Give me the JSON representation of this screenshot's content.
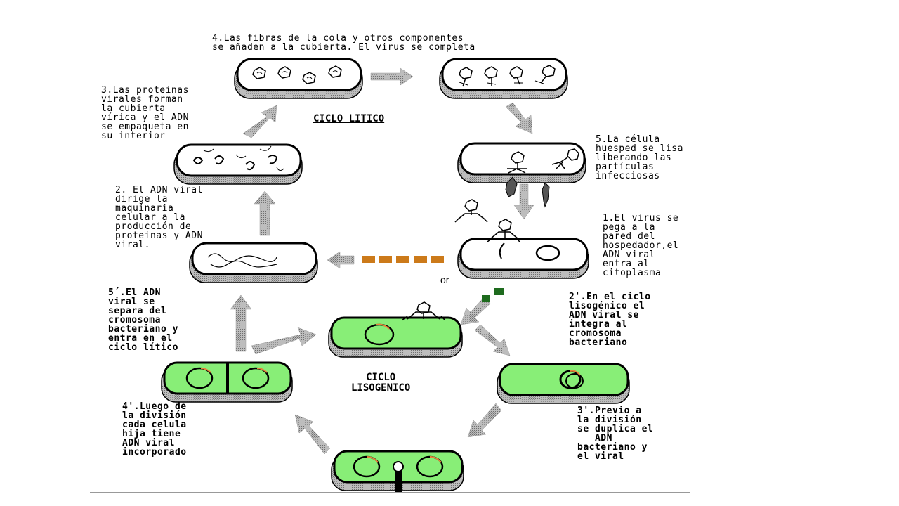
{
  "titles": {
    "lytic": "CICLO LITICO",
    "lysogenic": "CICLO\nLISOGENICO"
  },
  "or_label": "or",
  "lytic_steps": {
    "step1": "1.El virus se\npega a la\npared del\nhospedador,el\nADN viral\nentra al\ncitoplasma",
    "step2": "2. El ADN viral\ndirige la\nmaquinaria\ncelular a la\nproducción de\nproteinas y ADN\nviral.",
    "step3": "3.Las proteinas\nvirales forman\nla cubierta\nvírica y el ADN\nse empaqueta en\nsu interior",
    "step4": "4.Las fibras de la cola y otros componentes\nse añaden a la cubierta. El virus se completa",
    "step5": "5.La célula\nhuesped se lisa\nliberando las\npartículas\ninfecciosas"
  },
  "lysogenic_steps": {
    "step2p": "2'.En el ciclo\nlisogénico el\nADN viral se\nintegra al\ncromosoma\nbacteriano",
    "step3p": "3'.Previo a\nla división\nse duplica el\n   ADN\nbacteriano y\nel viral",
    "step4p": "4'.Luego de\nla división\ncada celula\nhija tiene\nADN viral\nincorporado",
    "step5p": "5´.El ADN\nviral se\nsepara del\ncromosoma\nbacteriano y\nentra en el\nciclo lítico"
  },
  "colors": {
    "cell_fill_lysogenic": "#88ee77",
    "cell_fill_lytic": "#ffffff",
    "cell_shadow": "#888888",
    "arrow": "#aaaaaa",
    "orange_dash": "#cc7a1a",
    "green_square": "#1e6b1e",
    "plasmid_orange": "#e8843a"
  }
}
